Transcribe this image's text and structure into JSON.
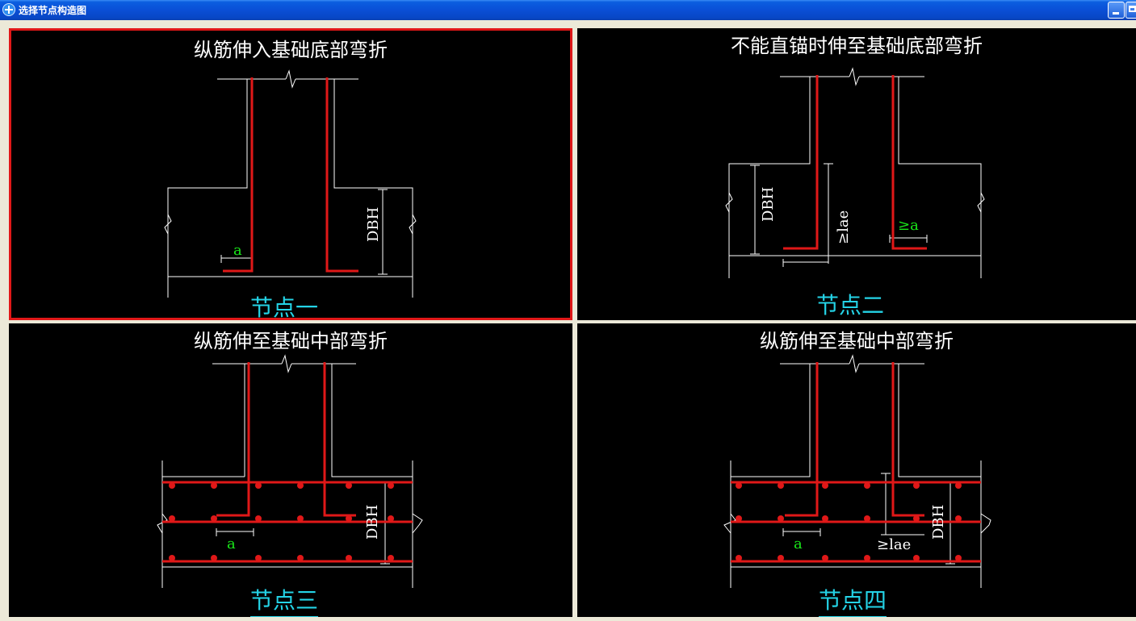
{
  "window": {
    "title": "选择节点构造图"
  },
  "nodes": [
    {
      "title": "纵筋伸入基础底部弯折",
      "label": "节点一",
      "selected": true,
      "dims": {
        "a": "a",
        "dbh": "DBH"
      }
    },
    {
      "title": "不能直锚时伸至基础底部弯折",
      "label": "节点二",
      "selected": false,
      "dims": {
        "dbh": "DBH",
        "lae": "≥lae",
        "a": "≥a"
      }
    },
    {
      "title": "纵筋伸至基础中部弯折",
      "label": "节点三",
      "selected": false,
      "dims": {
        "a": "a",
        "dbh": "DBH"
      }
    },
    {
      "title": "纵筋伸至基础中部弯折",
      "label": "节点四",
      "selected": false,
      "dims": {
        "a": "a",
        "lae": "≥lae",
        "dbh": "DBH"
      }
    }
  ],
  "colors": {
    "selection_border": "#e01818",
    "rebar": "#e01818",
    "outline": "#ffffff",
    "dimension_text_green": "#19e619",
    "node_label": "#24d3e6",
    "panel_background": "#000000"
  }
}
